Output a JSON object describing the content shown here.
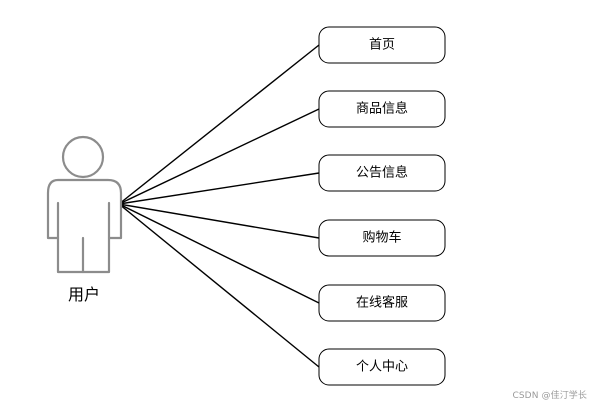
{
  "actor": {
    "label": "用户"
  },
  "use_cases": [
    {
      "label": "首页"
    },
    {
      "label": "商品信息"
    },
    {
      "label": "公告信息"
    },
    {
      "label": "购物车"
    },
    {
      "label": "在线客服"
    },
    {
      "label": "个人中心"
    }
  ],
  "watermark": "CSDN @佳汀学长",
  "colors": {
    "line": "#000000",
    "actor_outline": "#8c8c8c",
    "watermark": "#9a9a9a"
  }
}
